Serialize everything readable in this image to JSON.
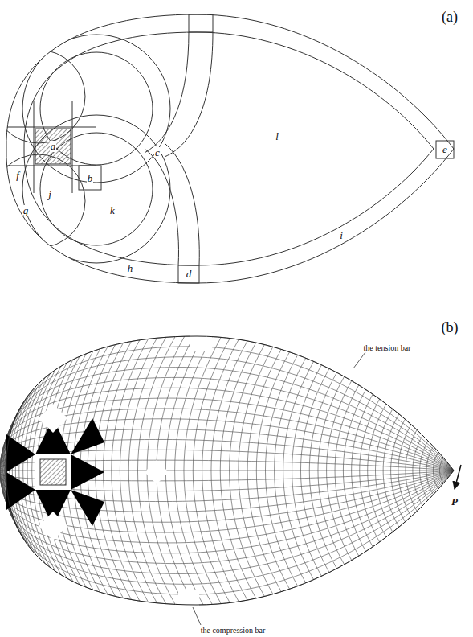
{
  "diagram": {
    "labels": [
      "(a)",
      "a",
      "c",
      "l",
      "e",
      "f",
      "b",
      "j",
      "k",
      "g",
      "h",
      "d",
      "i",
      "(b)",
      "the tension bar",
      "the compression bar",
      "P"
    ]
  }
}
